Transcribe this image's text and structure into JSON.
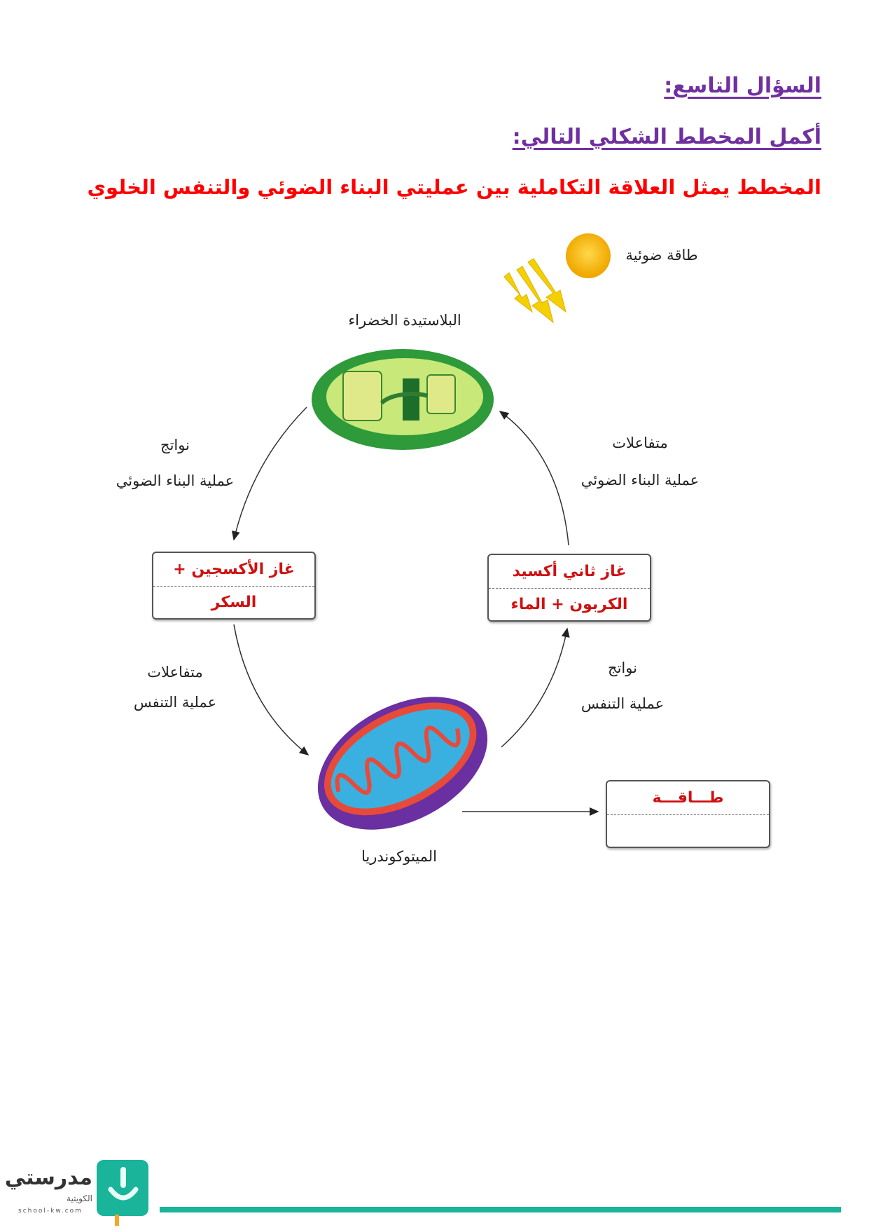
{
  "header": {
    "question_title": "السؤال التاسع:",
    "instruction": "أكمل المخطط الشكلي التالي:",
    "description": "المخطط يمثل العلاقة التكاملية بين عمليتي البناء الضوئي والتنفس الخلوي"
  },
  "diagram": {
    "light_energy": "طاقة ضوئية",
    "chloroplast": "البلاستيدة الخضراء",
    "mitochondria": "الميتوكوندريا",
    "photo_products": {
      "line1": "نواتج",
      "line2": "عملية البناء الضوئي"
    },
    "photo_reactants": {
      "line1": "متفاعلات",
      "line2": "عملية البناء الضوئي"
    },
    "resp_reactants": {
      "line1": "متفاعلات",
      "line2": "عملية التنفس"
    },
    "resp_products": {
      "line1": "نواتج",
      "line2": "عملية التنفس"
    },
    "box_left": {
      "line1": "غاز الأكسجين +",
      "line2": "السكر"
    },
    "box_right": {
      "line1": "غاز ثاني أكسيد",
      "line2": "الكربون + الماء"
    },
    "box_energy": {
      "line1": "طـــاقـــة",
      "line2": ""
    }
  },
  "footer": {
    "logo_name": "مدرستي",
    "logo_sub": "الكويتية",
    "logo_url": "school-kw.com",
    "accent": "#19b49a"
  }
}
